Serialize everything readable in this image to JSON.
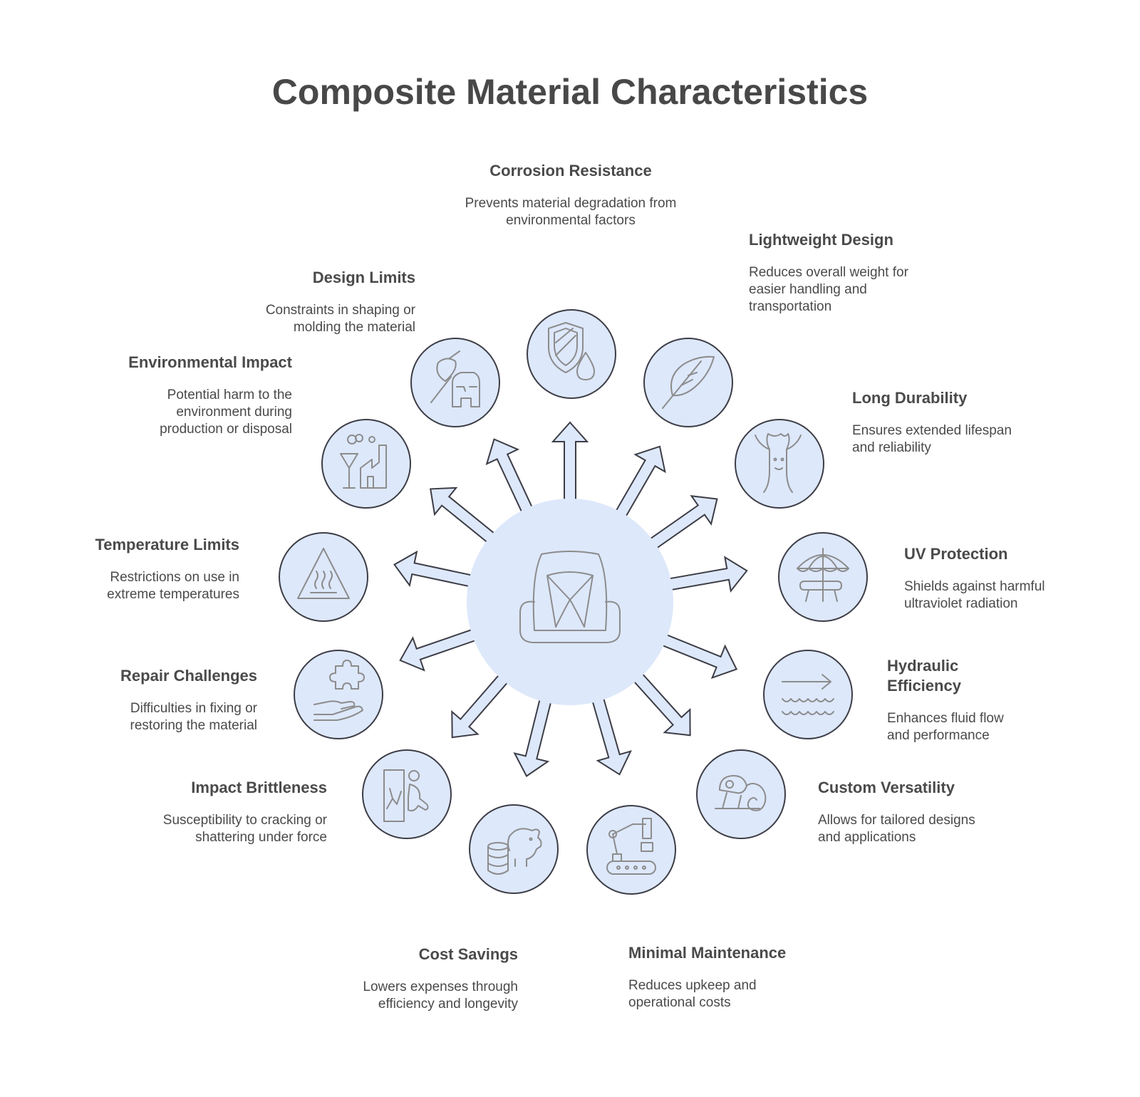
{
  "title": "Composite Material Characteristics",
  "colors": {
    "fill": "#dde8fb",
    "stroke": "#3d3d46",
    "icon": "#8c8c8c",
    "text": "#4a4a4a"
  },
  "center": {
    "icon": "car-seat-icon"
  },
  "items": [
    {
      "title": "Corrosion Resistance",
      "description": "Prevents material degradation from environmental factors",
      "icon": "shield-droplet-icon"
    },
    {
      "title": "Lightweight Design",
      "description": "Reduces overall weight for easier handling and transportation",
      "icon": "feather-icon"
    },
    {
      "title": "Long Durability",
      "description": "Ensures extended lifespan and reliability",
      "icon": "tree-icon"
    },
    {
      "title": "UV Protection",
      "description": "Shields against harmful ultraviolet radiation",
      "icon": "beach-umbrella-icon"
    },
    {
      "title": "Hydraulic Efficiency",
      "description": "Enhances fluid flow and performance",
      "icon": "water-flow-icon"
    },
    {
      "title": "Custom Versatility",
      "description": "Allows for tailored designs and applications",
      "icon": "chameleon-icon"
    },
    {
      "title": "Minimal Maintenance",
      "description": "Reduces upkeep and operational costs",
      "icon": "robot-arm-conveyor-icon"
    },
    {
      "title": "Cost Savings",
      "description": "Lowers expenses through efficiency and longevity",
      "icon": "piggy-bank-coins-icon"
    },
    {
      "title": "Impact Brittleness",
      "description": "Susceptibility to cracking or shattering under force",
      "icon": "broken-glass-person-icon"
    },
    {
      "title": "Repair Challenges",
      "description": "Difficulties in fixing or restoring the material",
      "icon": "puzzle-hand-icon"
    },
    {
      "title": "Temperature Limits",
      "description": "Restrictions on use in extreme temperatures",
      "icon": "heat-warning-icon"
    },
    {
      "title": "Environmental Impact",
      "description": "Potential harm to the environment during production or disposal",
      "icon": "factory-pollution-icon"
    },
    {
      "title": "Design Limits",
      "description": "Constraints in shaping or molding the material",
      "icon": "axe-broken-mold-icon"
    }
  ]
}
